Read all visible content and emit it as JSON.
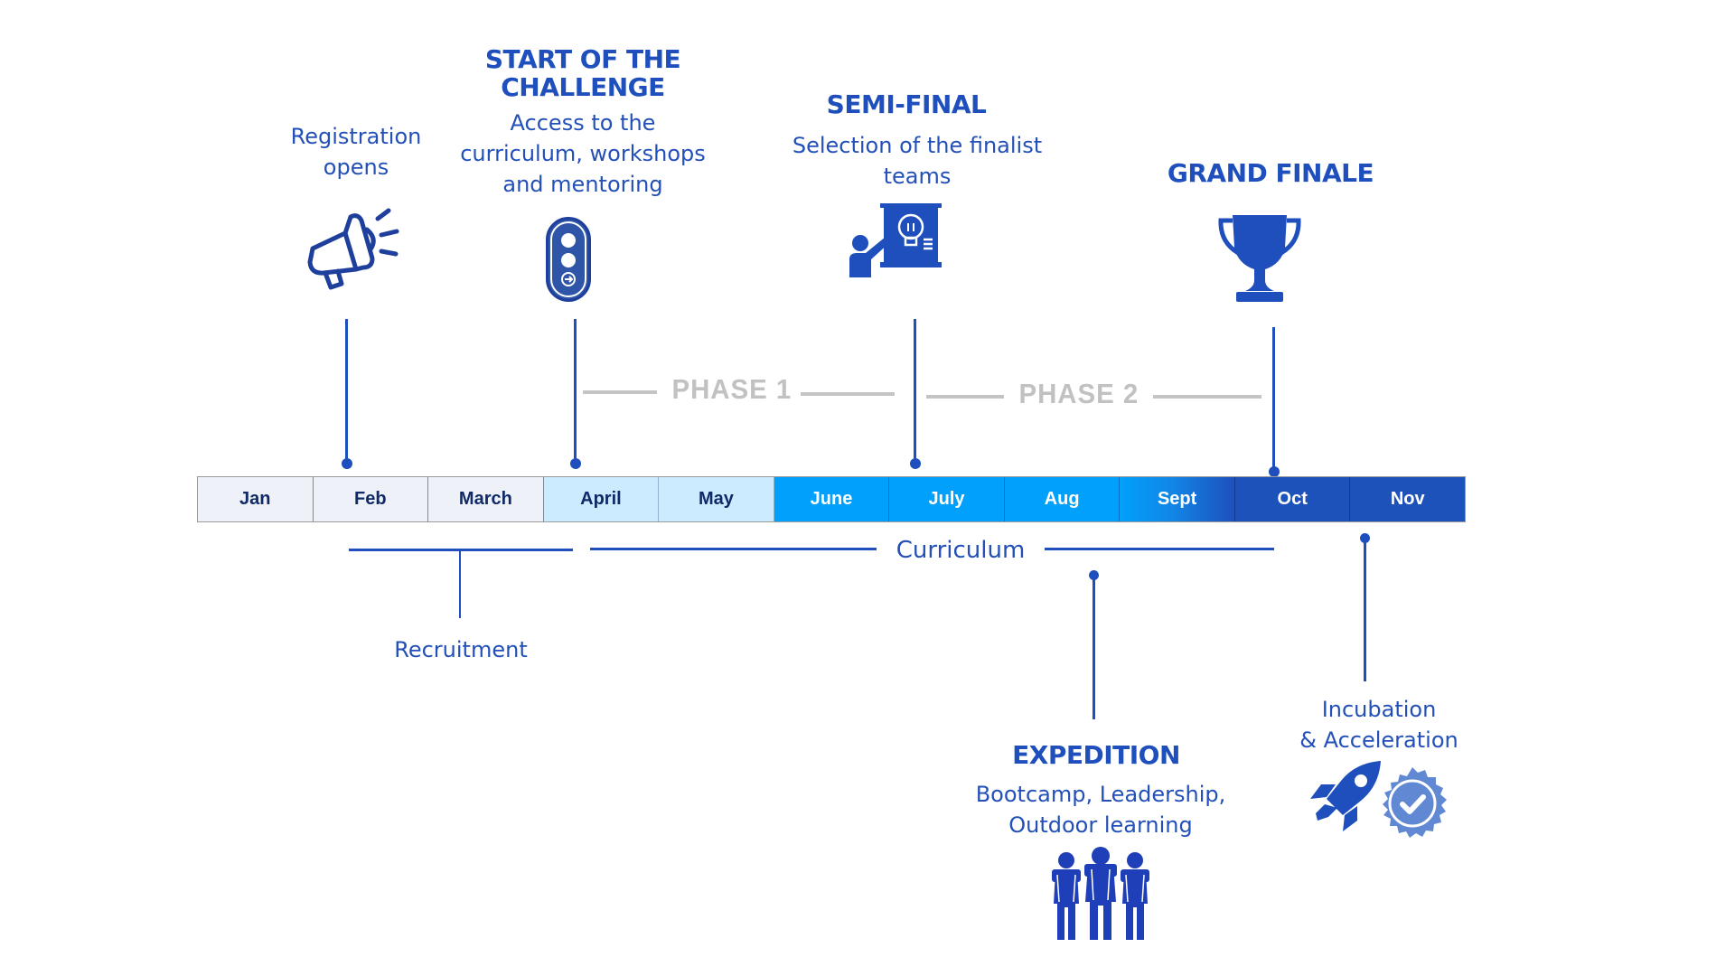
{
  "timeline": {
    "months": [
      {
        "label": "Jan",
        "style": "light"
      },
      {
        "label": "Feb",
        "style": "light"
      },
      {
        "label": "March",
        "style": "light"
      },
      {
        "label": "April",
        "style": "pale"
      },
      {
        "label": "May",
        "style": "pale"
      },
      {
        "label": "June",
        "style": "bright"
      },
      {
        "label": "July",
        "style": "bright"
      },
      {
        "label": "Aug",
        "style": "bright"
      },
      {
        "label": "Sept",
        "style": "grad"
      },
      {
        "label": "Oct",
        "style": "dark"
      },
      {
        "label": "Nov",
        "style": "dark"
      }
    ],
    "colors": {
      "primary": "#1e4fbd",
      "light_month": "#eef1f7",
      "pale_month": "#cdebff",
      "bright_month": "#00a0fc",
      "dark_month": "#1e52bb",
      "phase_gray": "#c1c1c1",
      "badge_blue": "#6188d2"
    }
  },
  "milestones": {
    "registration": {
      "desc": "Registration\nopens",
      "icon": "megaphone-icon",
      "month": "Feb"
    },
    "start": {
      "title": "START OF THE\nCHALLENGE",
      "desc": "Access to the\ncurriculum, workshops\nand mentoring",
      "icon": "traffic-light-icon",
      "month": "April"
    },
    "semifinal": {
      "title": "SEMI-FINAL",
      "desc": "Selection of the finalist\nteams",
      "icon": "presentation-idea-icon",
      "month": "June"
    },
    "finale": {
      "title": "GRAND FINALE",
      "icon": "trophy-icon",
      "month": "Oct"
    }
  },
  "phases": [
    {
      "label": "PHASE 1"
    },
    {
      "label": "PHASE 2"
    }
  ],
  "periods": {
    "recruitment": {
      "label": "Recruitment"
    },
    "curriculum": {
      "label": "Curriculum"
    }
  },
  "below_events": {
    "expedition": {
      "title": "EXPEDITION",
      "desc": "Bootcamp, Leadership,\nOutdoor learning",
      "icon": "hikers-group-icon",
      "month": "Aug"
    },
    "incubation": {
      "desc": "Incubation\n& Acceleration",
      "icons": [
        "rocket-icon",
        "verified-badge-icon"
      ],
      "month": "Oct"
    }
  }
}
